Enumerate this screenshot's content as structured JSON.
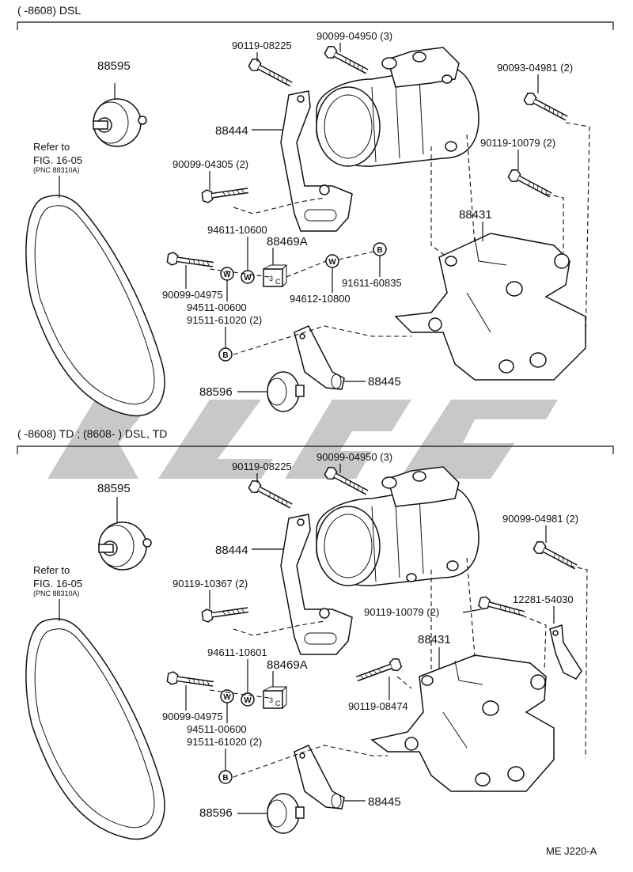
{
  "colors": {
    "ink": "#111111",
    "watermark": "#9a9a9a",
    "background": "#ffffff"
  },
  "diagram": {
    "section1": {
      "header": "(      -8608) DSL",
      "refer": {
        "line1": "Refer to",
        "line2": "FIG. 16-05",
        "line3": "(PNC 88310A)"
      },
      "labels": {
        "p88595": "88595",
        "p90119_08225": "90119-08225",
        "p90099_04950": "90099-04950 (3)",
        "p90093_04981": "90093-04981 (2)",
        "p88444": "88444",
        "p90119_10079": "90119-10079 (2)",
        "p90099_04305": "90099-04305 (2)",
        "p88431": "88431",
        "p94611_10600": "94611-10600",
        "p88469A": "88469A",
        "p90099_04975": "90099-04975",
        "p91611_60835": "91611-60835",
        "p94612_10800": "94612-10800",
        "p94511_00600": "94511-00600",
        "p91511_61020": "91511-61020 (2)",
        "p88445": "88445",
        "p88596": "88596"
      }
    },
    "section2": {
      "header": "(      -8608) TD ; (8608-          ) DSL, TD",
      "refer": {
        "line1": "Refer to",
        "line2": "FIG. 16-05",
        "line3": "(PNC 88310A)"
      },
      "labels": {
        "p88595": "88595",
        "p90119_08225": "90119-08225",
        "p90099_04950": "90099-04950 (3)",
        "p90099_04981": "90099-04981 (2)",
        "p88444": "88444",
        "p90119_10367": "90119-10367 (2)",
        "p12281_54030": "12281-54030",
        "p90119_10079": "90119-10079 (2)",
        "p88431": "88431",
        "p94611_10601": "94611-10601",
        "p88469A": "88469A",
        "p90119_08474": "90119-08474",
        "p90099_04975": "90099-04975",
        "p94511_00600": "94511-00600",
        "p91511_61020": "91511-61020 (2)",
        "p88445": "88445",
        "p88596": "88596"
      }
    },
    "markers": {
      "washer": "W",
      "bolt": "B"
    },
    "footer_code": "ME J220-A"
  }
}
